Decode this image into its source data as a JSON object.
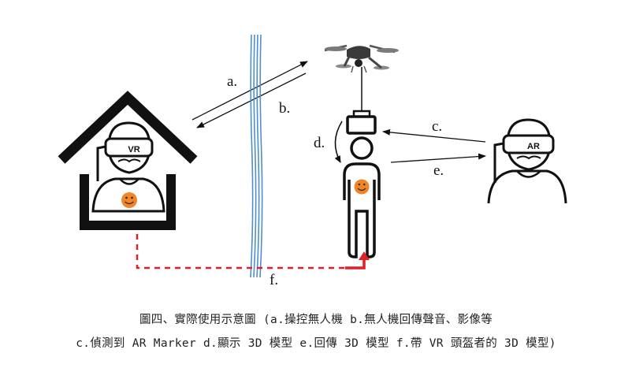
{
  "diagram": {
    "labels": {
      "a": "a.",
      "b": "b.",
      "c": "c.",
      "d": "d.",
      "e": "e.",
      "f": "f."
    },
    "vr_headset_text": "VR",
    "ar_headset_text": "AR",
    "colors": {
      "line": "#111111",
      "water": "#4f8fc9",
      "face": "#f0862a",
      "dashed_link": "#e01f26"
    },
    "icons": [
      "house-icon",
      "vr-user-icon",
      "drone-icon",
      "ar-marker-icon",
      "person-icon",
      "ar-user-icon",
      "smiley-face-icon"
    ]
  },
  "caption": {
    "line1": "圖四、實際使用示意圖 (a.操控無人機 b.無人機回傳聲音、影像等",
    "line2": "c.偵測到 AR Marker d.顯示 3D 模型 e.回傳 3D 模型 f.帶 VR 頭盔者的 3D 模型)"
  }
}
